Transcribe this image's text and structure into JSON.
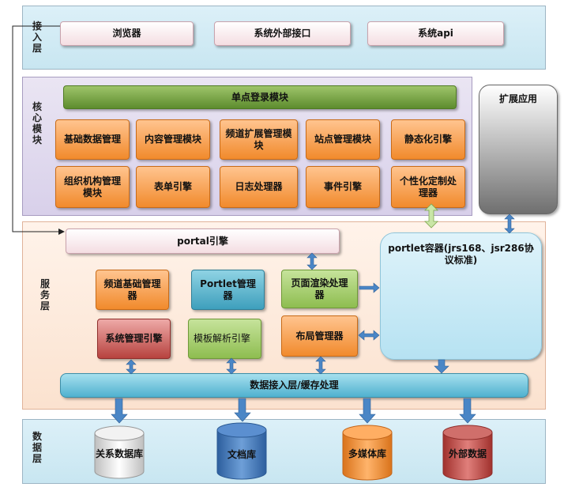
{
  "layers": {
    "access": "接入层",
    "core": "核心模块",
    "service": "服务层",
    "data": "数据层"
  },
  "access_layer": {
    "browser": "浏览器",
    "external_interface": "系统外部接口",
    "system_api": "系统api"
  },
  "core_layer": {
    "sso": "单点登录模块",
    "basic_data": "基础数据管理",
    "content_mgmt": "内容管理模块",
    "channel_ext": "频道扩展管理模块",
    "site_mgmt": "站点管理模块",
    "static_engine": "静态化引擎",
    "org_mgmt": "组织机构管理模块",
    "form_engine": "表单引擎",
    "log_processor": "日志处理器",
    "event_engine": "事件引擎",
    "personalization": "个性化定制处理器"
  },
  "extension": {
    "label": "扩展应用"
  },
  "service_layer": {
    "portal_engine": "portal引擎",
    "portlet_container": "portlet容器(jrs168、jsr286协议标准)",
    "channel_basic": "频道基础管理器",
    "portlet_manager": "Portlet管理器",
    "page_render": "页面渲染处理器",
    "system_engine": "系统管理引擎",
    "template_parser": "模板解析引擎",
    "layout_manager": "布局管理器",
    "data_access": "数据接入层/缓存处理"
  },
  "data_layer": {
    "relational_db": "关系数据库",
    "document_db": "文档库",
    "multimedia_db": "多媒体库",
    "external_data": "外部数据"
  },
  "colors": {
    "orange": "#f18a2c",
    "green": "#5d8c2e",
    "blue": "#3e9fbc",
    "red": "#b7433f",
    "cyan": "#4fb1cf",
    "arrow": "#4a86c6"
  }
}
